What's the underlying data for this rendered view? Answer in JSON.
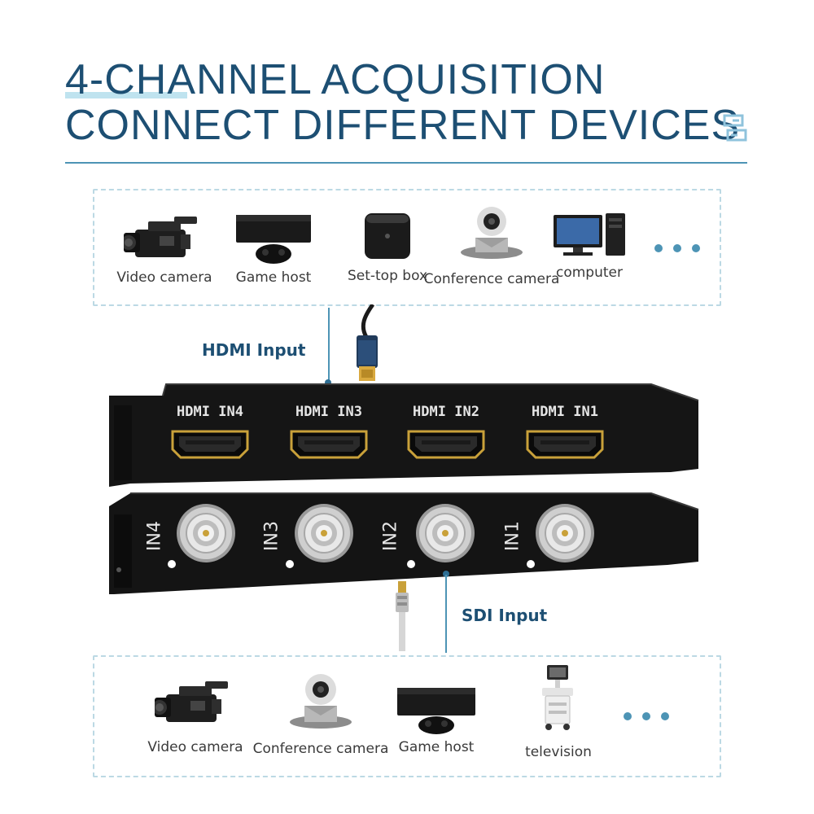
{
  "header": {
    "title_line1": "4-CHANNEL ACQUISITION",
    "title_line2": "CONNECT DIFFERENT DEVICES"
  },
  "hdmi_section": {
    "label": "HDMI Input",
    "devices": [
      {
        "name": "Video camera",
        "icon": "video-camera-icon"
      },
      {
        "name": "Game host",
        "icon": "game-console-icon"
      },
      {
        "name": "Set-top box",
        "icon": "set-top-box-icon"
      },
      {
        "name": "Conference camera",
        "icon": "ptz-camera-icon"
      },
      {
        "name": "computer",
        "icon": "desktop-computer-icon"
      }
    ],
    "ports": [
      "HDMI IN4",
      "HDMI IN3",
      "HDMI IN2",
      "HDMI IN1"
    ]
  },
  "sdi_section": {
    "label": "SDI Input",
    "ports": [
      "IN4",
      "IN3",
      "IN2",
      "IN1"
    ],
    "devices": [
      {
        "name": "Video camera",
        "icon": "video-camera-icon"
      },
      {
        "name": "Conference camera",
        "icon": "ptz-camera-icon"
      },
      {
        "name": "Game host",
        "icon": "game-console-icon"
      },
      {
        "name": "television",
        "icon": "ultrasound-machine-icon"
      }
    ]
  },
  "colors": {
    "title": "#1d4f73",
    "accent": "#4d94b5",
    "box_border": "#bcd9e4",
    "bracket": "#151515",
    "gold": "#c9a13a"
  }
}
